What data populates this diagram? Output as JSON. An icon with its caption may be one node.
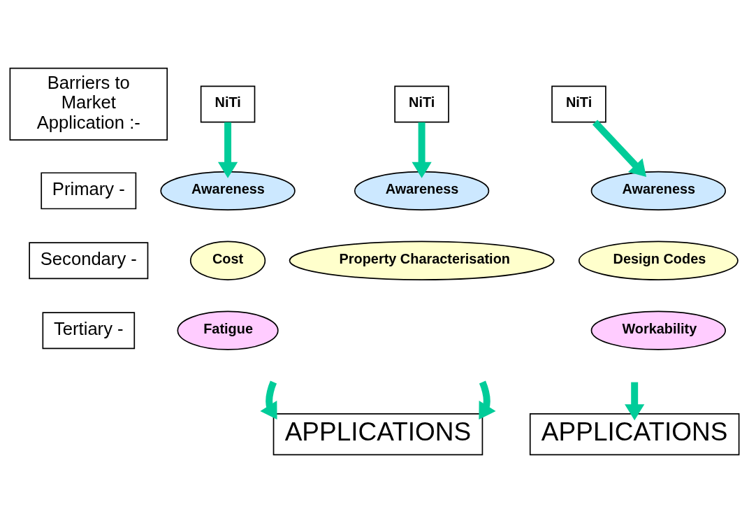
{
  "diagram": {
    "nodes": [
      {
        "text": [
          "Barriers to Market Application :-"
        ]
      },
      {
        "text": [
          "NiTi"
        ]
      },
      {
        "text": [
          "NiTi"
        ]
      },
      {
        "text": [
          "NiTi"
        ]
      },
      {
        "text": [
          "Primary -"
        ]
      },
      {
        "text": [
          "Awareness"
        ]
      },
      {
        "text": [
          "Awareness"
        ]
      },
      {
        "text": [
          "Awareness"
        ]
      },
      {
        "text": [
          "Secondary -"
        ]
      },
      {
        "text": [
          "Cost"
        ]
      },
      {
        "text": [
          "Property Characterisation"
        ]
      },
      {
        "text": [
          "Design Codes"
        ]
      },
      {
        "text": [
          "Tertiary -"
        ]
      },
      {
        "text": [
          "Fatigue"
        ]
      },
      {
        "text": [
          "Workability"
        ]
      },
      {
        "text": [
          "APPLICATIONS"
        ]
      },
      {
        "text": [
          "APPLICATIONS"
        ]
      }
    ],
    "edges": [
      {
        "from": 1,
        "to": 5,
        "arrow": "to"
      },
      {
        "from": 2,
        "to": 6,
        "arrow": "to"
      },
      {
        "from": 3,
        "to": 7,
        "arrow": "to"
      },
      {
        "from": null,
        "to": 15,
        "arrow": "to"
      },
      {
        "from": null,
        "to": 15,
        "arrow": "to"
      },
      {
        "from": null,
        "to": 16,
        "arrow": "to"
      }
    ]
  }
}
